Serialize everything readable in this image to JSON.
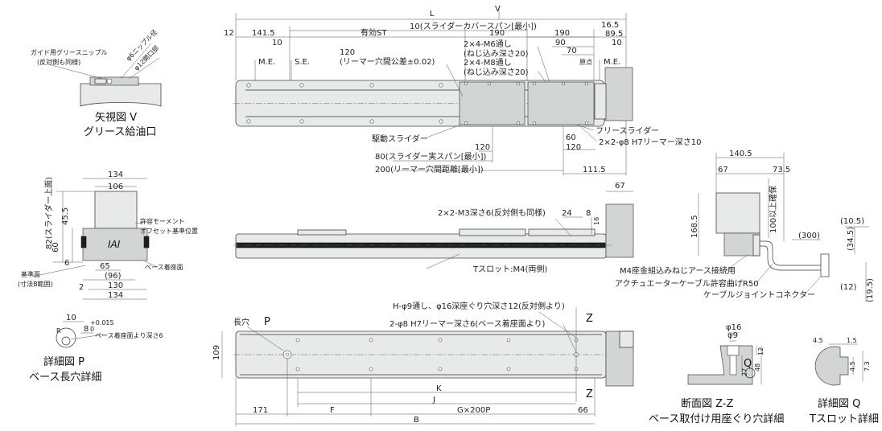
{
  "top_view": {
    "view_marker": "V",
    "dim_L": "L",
    "dim_12": "12",
    "dim_141_5": "141.5",
    "dim_10a": "10",
    "dim_effective_st": "有効ST",
    "slider_cover_span": "10(スライダーカバースパン[最小])",
    "dim_190a": "190",
    "dim_190b": "190",
    "dim_90": "90",
    "dim_70": "70",
    "dim_16_5": "16.5",
    "dim_89_5": "89.5",
    "dim_10b": "10",
    "me_left": "M.E.",
    "se": "S.E.",
    "me_right": "M.E.",
    "reamer_pitch_tol_1": "120",
    "reamer_pitch_tol_2": "(リーマー穴間公差±0.02)",
    "m6_1": "2×4-M6通し",
    "m6_2": "(ねじ込み深さ20)",
    "m8_1": "2×4-M8通し",
    "m8_2": "(ねじ込み深さ20)",
    "origin": "原点",
    "drive_slider": "駆動スライダー",
    "free_slider": "フリースライダー",
    "reamer_h7": "2×2-φ8 H7リーマー深さ10",
    "dim_120a": "120",
    "dim_60": "60",
    "dim_120b": "120",
    "slider_actual_span": "80(スライダー実スパン[最小])",
    "reamer_distance": "200(リーマー穴間距離[最小])",
    "dim_111_5": "111.5"
  },
  "grease_view": {
    "nipple_1": "ガイド用グリースニップル",
    "nipple_2": "(反対側も同様)",
    "phi6": "φ6ニップル径",
    "phi12": "φ12開口部",
    "title_1": "矢視図 V",
    "title_2": "グリース給油口"
  },
  "end_view": {
    "dim_134a": "134",
    "dim_106": "106",
    "slider_top": "82(スライダー上面)",
    "dim_45_5": "45.5",
    "dim_60": "60",
    "dim_6": "6",
    "moment_1": "許容モーメント",
    "moment_2": "オフセット基準位置",
    "base_surface": "ベース着座面",
    "ref_1": "基準面",
    "ref_2": "(寸法B範囲)",
    "dim_65": "65",
    "dim_96": "(96)",
    "dim_2": "2",
    "dim_130": "130",
    "dim_134b": "134",
    "logo": "IAI"
  },
  "detail_p": {
    "dim_10": "10",
    "dim_8": "8",
    "tol_up": "+0.015",
    "tol_down": "0",
    "r_mark": "R",
    "depth_note": "ベース着座面より深さ6",
    "title_1": "詳細図 P",
    "title_2": "ベース長穴詳細"
  },
  "side_view": {
    "m3_note": "2×2-M3深さ6(反対側も同様)",
    "dim_24": "24",
    "dim_8": "8",
    "dim_16": "16",
    "dim_67": "67",
    "tslot": "Tスロット:M4(両側)"
  },
  "motor_view": {
    "dim_140_5": "140.5",
    "dim_67": "67",
    "dim_73_5": "73.5",
    "dim_168_5": "168.5",
    "dim_100": "100以上確保",
    "dim_300": "(300)",
    "dim_10_5": "(10.5)",
    "dim_34_5": "(34.5)",
    "dim_12": "(12)",
    "dim_19_5": "(19.5)",
    "m4_note": "M4座金組込みねじアース接続用",
    "cable_bend": "アクチュエーターケーブル許容曲げR50",
    "connector": "ケーブルジョイントコネクター"
  },
  "bottom_view": {
    "h_note": "H-φ9通し、φ16深座ぐり穴深さ12(反対側より)",
    "reamer_note": "2-φ8 H7リーマー深さ6(ベース着座面より)",
    "long_hole": "長穴",
    "p_mark": "P",
    "z_top": "Z",
    "z_bottom": "Z",
    "dim_109": "109",
    "dim_K": "K",
    "dim_J": "J",
    "dim_171": "171",
    "dim_F": "F",
    "dim_G": "G×200P",
    "dim_66": "66",
    "dim_B": "B"
  },
  "section_zz": {
    "phi16": "φ16",
    "phi9": "φ9",
    "dim_12": "12",
    "dim_27": "27",
    "dim_48": "48",
    "q_mark": "Q",
    "title_1": "断面図 Z-Z",
    "title_2": "ベース取付け用座ぐり穴詳細"
  },
  "detail_q": {
    "dim_4_5a": "4.5",
    "dim_1_5": "1.5",
    "dim_4_5b": "4.5",
    "dim_7_3": "7.3",
    "title_1": "詳細図 Q",
    "title_2": "Tスロット詳細"
  }
}
